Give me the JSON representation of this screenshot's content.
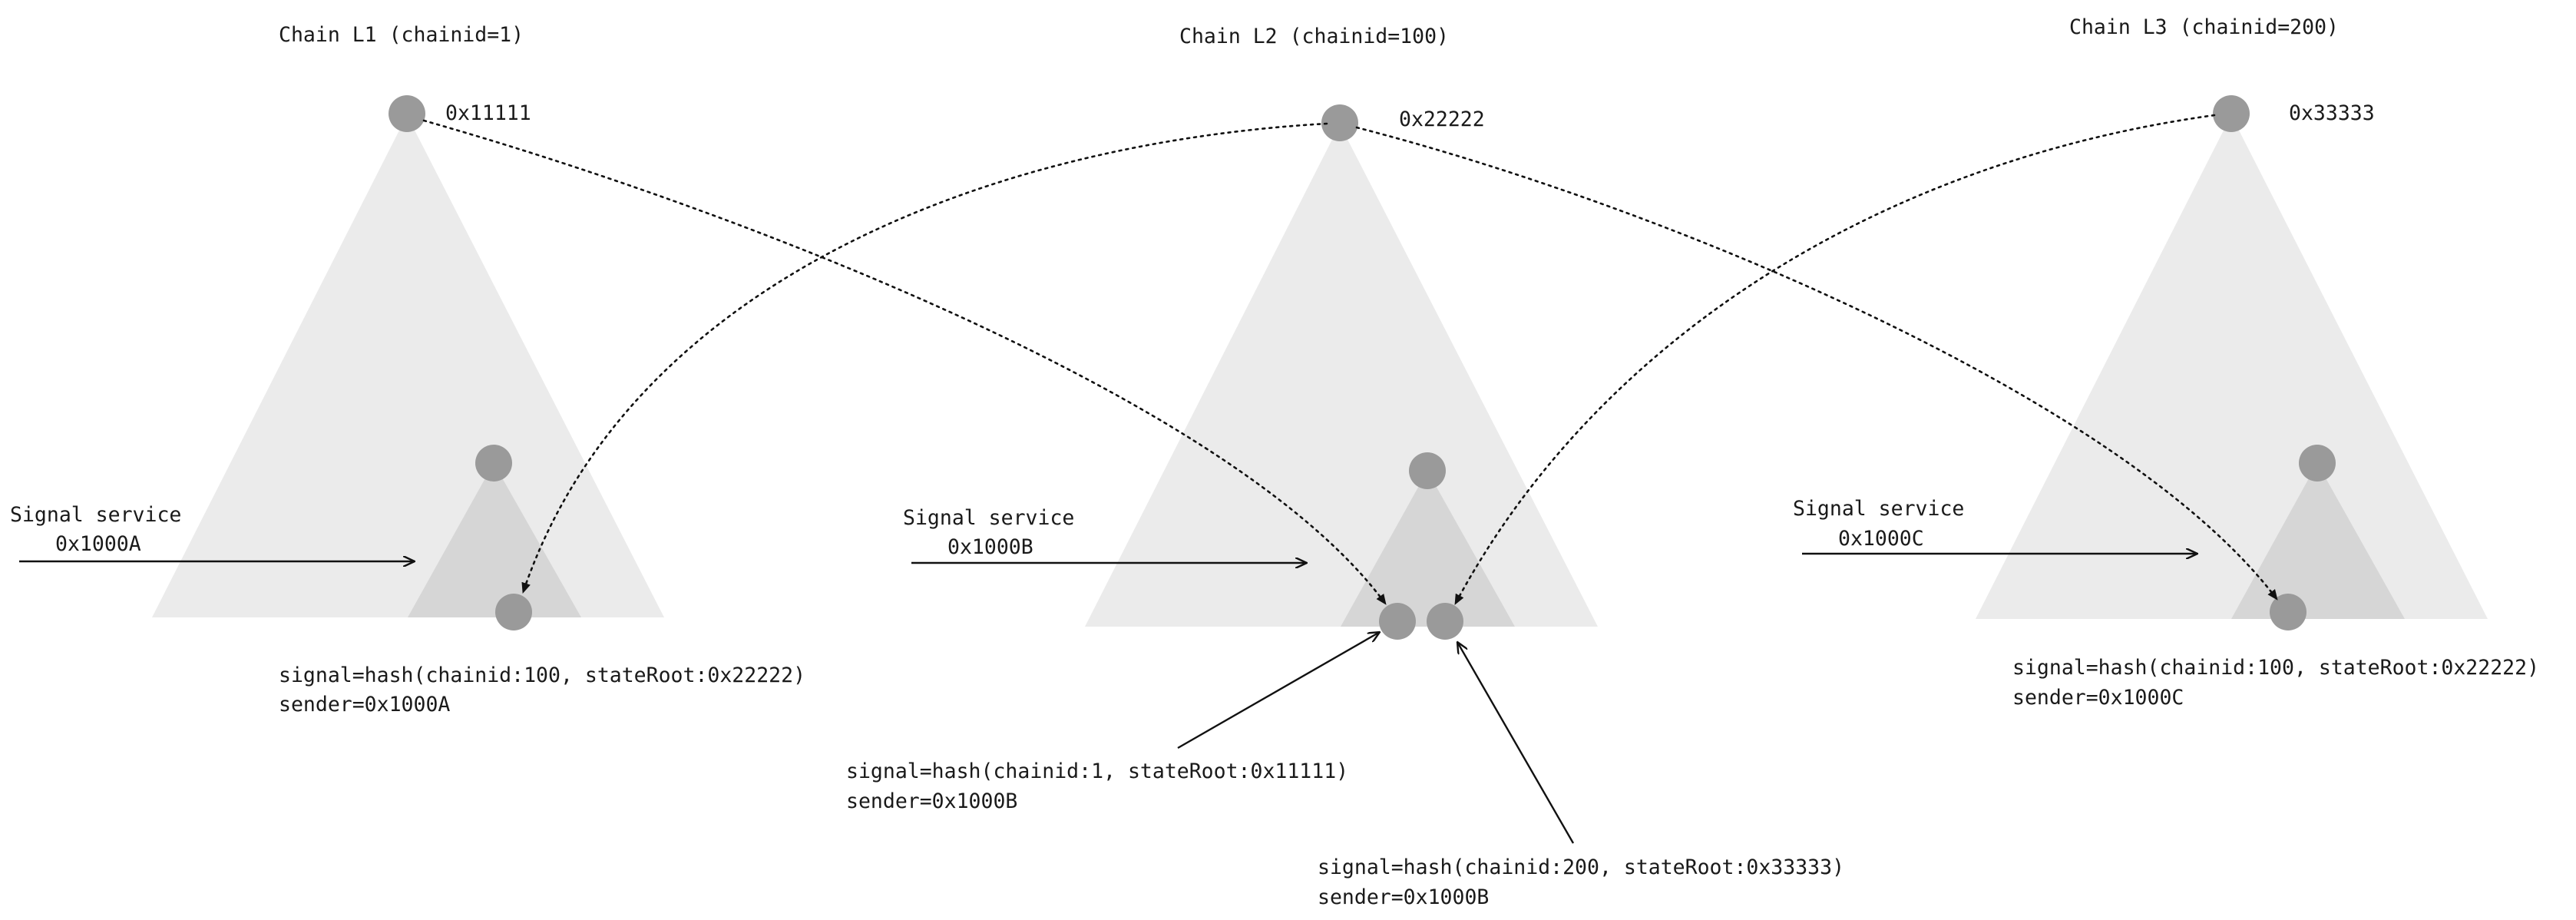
{
  "colors": {
    "outer_triangle": "#ebebeb",
    "inner_triangle": "#d6d6d6",
    "node": "#9a9a9a",
    "line": "#111111"
  },
  "chains": [
    {
      "title": "Chain L1 (chainid=1)",
      "root_label": "0x11111",
      "service_title": "Signal service",
      "service_address": "0x1000A",
      "signals": [
        {
          "line1": "signal=hash(chainid:100, stateRoot:0x22222)",
          "line2": "sender=0x1000A"
        }
      ]
    },
    {
      "title": "Chain L2 (chainid=100)",
      "root_label": "0x22222",
      "service_title": "Signal service",
      "service_address": "0x1000B",
      "signals": [
        {
          "line1": "signal=hash(chainid:1, stateRoot:0x11111)",
          "line2": "sender=0x1000B"
        },
        {
          "line1": "signal=hash(chainid:200, stateRoot:0x33333)",
          "line2": "sender=0x1000B"
        }
      ]
    },
    {
      "title": "Chain L3 (chainid=200)",
      "root_label": "0x33333",
      "service_title": "Signal service",
      "service_address": "0x1000C",
      "signals": [
        {
          "line1": "signal=hash(chainid:100, stateRoot:0x22222)",
          "line2": "sender=0x1000C"
        }
      ]
    }
  ]
}
